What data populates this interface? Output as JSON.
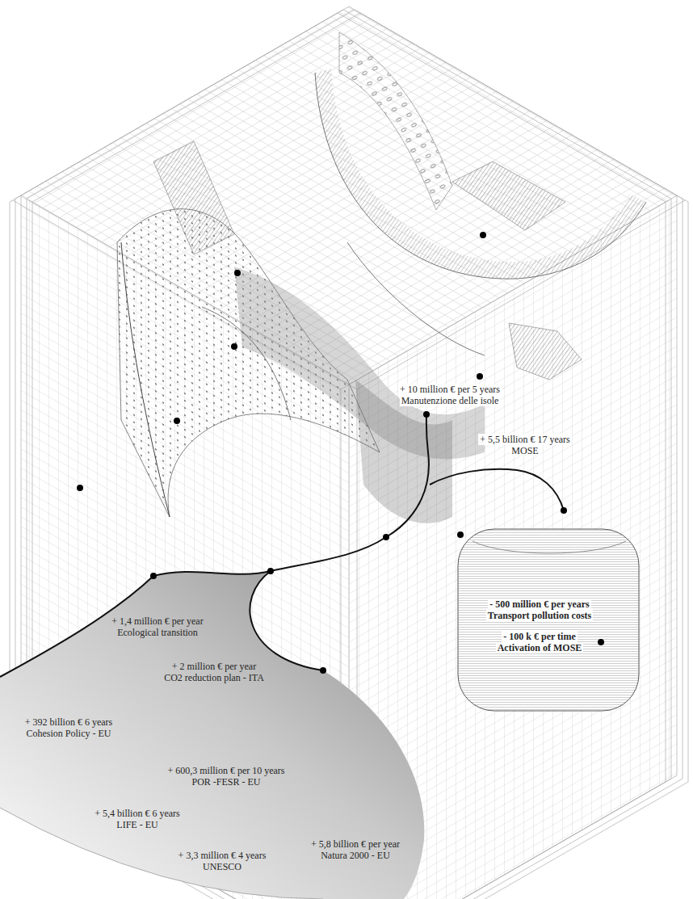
{
  "diagram": {
    "nodes": [
      {
        "text": [
          "- 500 million € per years",
          "Transport pollution costs",
          "- 100 k € per time",
          "Activation of MOSE"
        ]
      },
      {
        "text": [
          "+ 1,4 million € per year",
          "Ecological transition",
          "+ 2 million € per year",
          "CO2 reduction plan - ITA",
          "+ 392 billion € 6 years",
          "Cohesion Policy - EU",
          "+ 600,3 million € per 10 years",
          "POR -FESR - EU",
          "+ 5,4 billion € 6 years",
          "LIFE - EU",
          "+ 5,8 billion € per year",
          "Natura 2000 - EU",
          "+ 3,3 million € 4 years",
          "UNESCO"
        ]
      }
    ],
    "labels": [
      "+ 10 million € per 5 years",
      "Manutenzione delle isole",
      "+ 5,5 billion € 17 years",
      "MOSE"
    ]
  }
}
